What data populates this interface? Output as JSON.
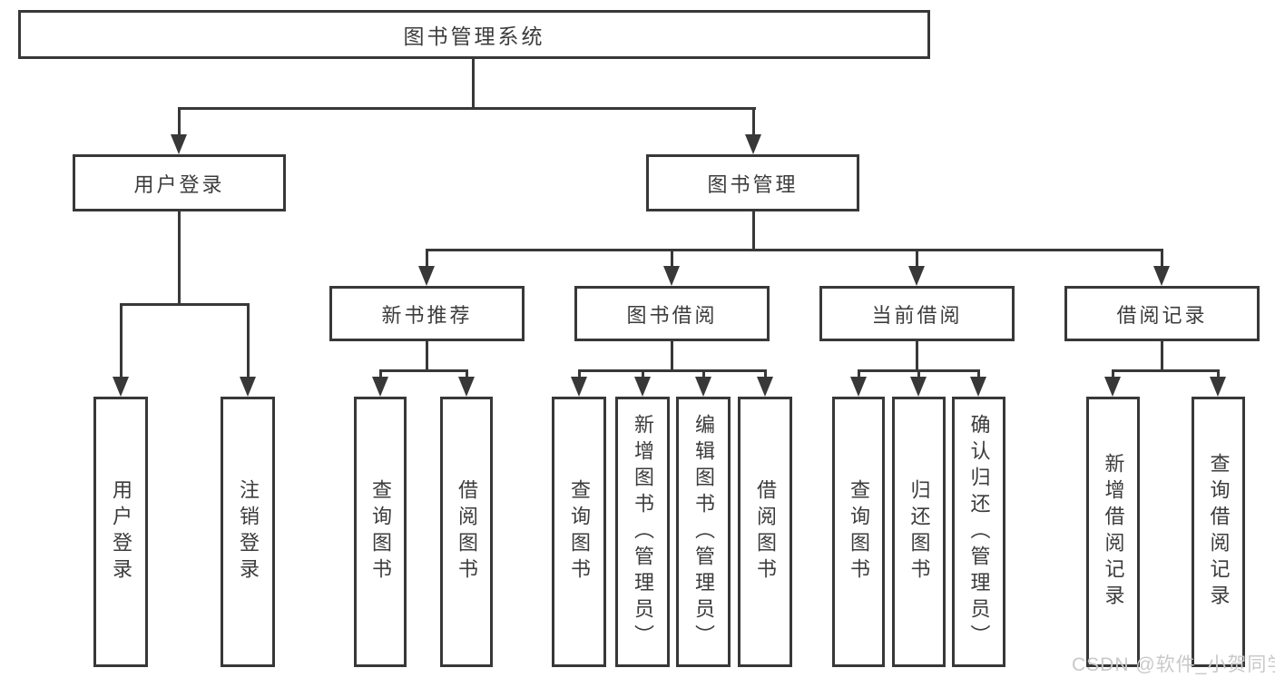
{
  "diagram": {
    "root": "图书管理系统",
    "level2": {
      "user_login": "用户登录",
      "book_mgmt": "图书管理"
    },
    "level3": {
      "new_books": "新书推荐",
      "borrowing": "图书借阅",
      "current": "当前借阅",
      "records": "借阅记录"
    },
    "leaves": {
      "user_login": [
        "用户登录",
        "注销登录"
      ],
      "new_books": [
        "查询图书",
        "借阅图书"
      ],
      "borrowing": [
        "查询图书",
        "新增图书（管理员）",
        "编辑图书（管理员）",
        "借阅图书"
      ],
      "current": [
        "查询图书",
        "归还图书",
        "确认归还（管理员）"
      ],
      "records": [
        "新增借阅记录",
        "查询借阅记录"
      ]
    }
  },
  "watermark": "CSDN @软件_小贺同学",
  "colors": {
    "line": "#383838",
    "text": "#3c3c3c",
    "watermark": "#c9c9c9",
    "background": "#ffffff"
  }
}
